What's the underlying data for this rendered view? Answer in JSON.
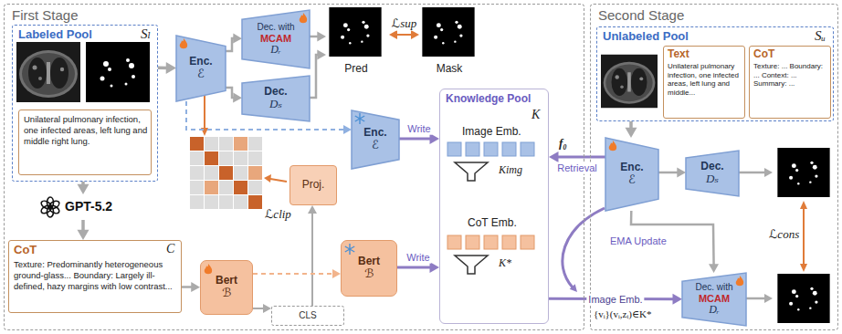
{
  "diagram": {
    "nodes": [
      {
        "text": [
          "First Stage"
        ]
      },
      {
        "text": [
          "Labeled Pool",
          "Sₗ"
        ],
        "in": 0
      },
      {
        "text": [
          "Unilateral pulmonary infection, one infected areas, left lung and middle right lung."
        ],
        "in": 1
      },
      {
        "text": [
          "Enc.",
          "ℰ"
        ],
        "in": 0
      },
      {
        "text": [
          "Dec. with",
          "MCAM",
          "Dᵣ"
        ],
        "in": 0
      },
      {
        "text": [
          "Dec.",
          "Dₛ"
        ],
        "in": 0
      },
      {
        "text": [
          "Pred"
        ],
        "in": 0
      },
      {
        "text": [
          "Mask"
        ],
        "in": 0
      },
      {
        "text": [
          "Enc.",
          "ℰ"
        ],
        "in": 0
      },
      {
        "text": [
          "Knowledge Pool",
          "K",
          "Image Emb.",
          "Kimg",
          "CoT Emb.",
          "K*"
        ],
        "in": 0
      },
      {
        "text": [
          "GPT-5.2"
        ],
        "in": 0
      },
      {
        "text": [
          "CoT",
          "C",
          "Texture: Predominantly heterogeneous ground-glass... Boundary: Largely ill-defined, hazy margins with low contrast..."
        ],
        "in": 0
      },
      {
        "text": [
          "Bert",
          "ℬ"
        ],
        "in": 0
      },
      {
        "text": [
          "Bert",
          "ℬ"
        ],
        "in": 0
      },
      {
        "text": [
          "Proj."
        ],
        "in": 0
      },
      {
        "text": [
          "CLS"
        ],
        "in": 0
      },
      {
        "text": [
          "Second Stage"
        ]
      },
      {
        "text": [
          "Unlabeled Pool",
          "Sᵤ"
        ],
        "in": 16
      },
      {
        "text": [
          "Text",
          "Unilateral pulmonary infection, one infected areas, left lung and middle..."
        ],
        "in": 17
      },
      {
        "text": [
          "CoT",
          "Texture: ... Boundary: ... Context: ... Summary: ..."
        ],
        "in": 17
      },
      {
        "text": [
          "Enc.",
          "ℰ"
        ],
        "in": 16
      },
      {
        "text": [
          "Dec.",
          "Dₛ"
        ],
        "in": 16
      },
      {
        "text": [
          "Dec. with",
          "MCAM",
          "Dᵣ"
        ],
        "in": 16
      }
    ],
    "edges": [
      {
        "from": 1,
        "to": 3,
        "arrow": "to"
      },
      {
        "from": 3,
        "to": 4,
        "arrow": "to"
      },
      {
        "from": 3,
        "to": 5,
        "arrow": "to"
      },
      {
        "from": 4,
        "to": 6,
        "arrow": "to"
      },
      {
        "from": 5,
        "to": 6,
        "arrow": "to"
      },
      {
        "from": 6,
        "to": 7,
        "arrow": "both",
        "label": "ℒsup"
      },
      {
        "from": 3,
        "to": 8,
        "arrow": "to"
      },
      {
        "from": 8,
        "to": 9,
        "arrow": "to",
        "label": "Write"
      },
      {
        "from": 1,
        "to": 10,
        "arrow": "to"
      },
      {
        "from": 10,
        "to": 11,
        "arrow": "to"
      },
      {
        "from": 11,
        "to": 12,
        "arrow": "to"
      },
      {
        "from": 12,
        "to": 15,
        "arrow": "to"
      },
      {
        "from": 15,
        "to": 14,
        "arrow": "to"
      },
      {
        "from": 12,
        "to": 13,
        "arrow": "to"
      },
      {
        "from": 13,
        "to": 9,
        "arrow": "to",
        "label": "Write"
      },
      {
        "from": 20,
        "to": 9,
        "arrow": "to",
        "label": "Retrieval"
      },
      {
        "from": 17,
        "to": 20,
        "arrow": "to"
      },
      {
        "from": 20,
        "to": 21,
        "arrow": "to"
      },
      {
        "from": 20,
        "to": 22,
        "arrow": "to"
      },
      {
        "from": 9,
        "to": 22,
        "arrow": "to",
        "label": "Image Emb."
      }
    ],
    "labels": [
      "ℒclip",
      "f₀",
      "EMA Update",
      "{vᵢ}(vᵢ,zᵢ)∈K*",
      "ℒcons"
    ]
  }
}
